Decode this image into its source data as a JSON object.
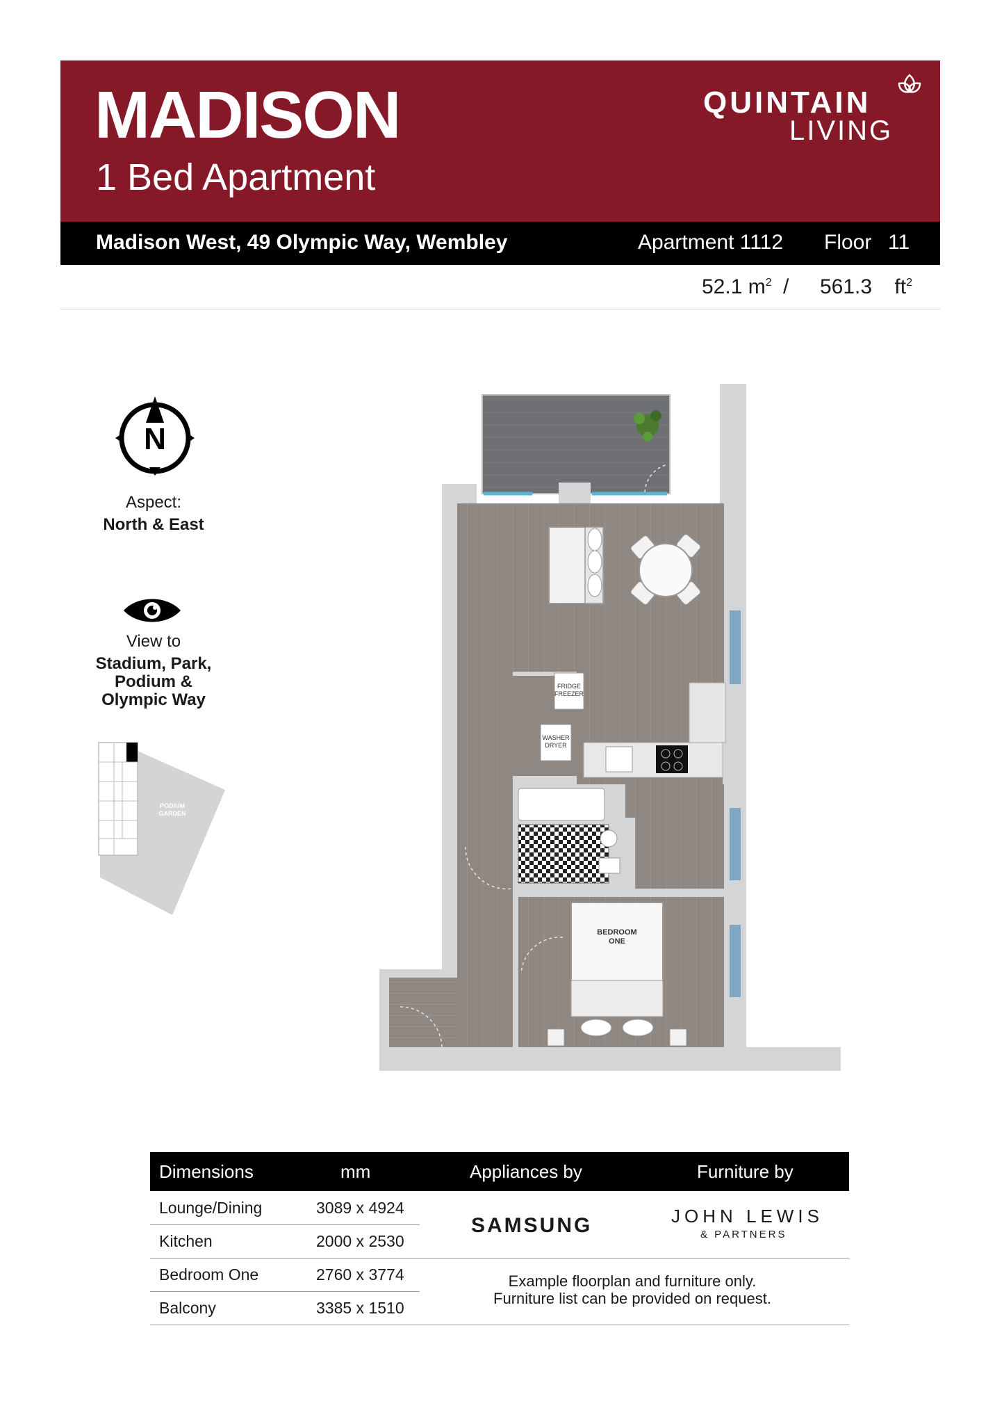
{
  "header": {
    "title": "MADISON",
    "subtitle": "1 Bed Apartment",
    "brand_line1": "QUINTAIN",
    "brand_line2": "LIVING",
    "address": "Madison West, 49 Olympic Way, Wembley",
    "apartment": "Apartment 1112",
    "floor_label": "Floor",
    "floor_number": "11",
    "area_m": "52.1 m",
    "area_m_sup": "2",
    "area_sep": "/",
    "area_ft": "561.3",
    "area_ft_unit": "ft",
    "area_ft_sup": "2",
    "accent_color": "#861928"
  },
  "aspect": {
    "compass_letter": "N",
    "label": "Aspect:",
    "value": "North & East"
  },
  "view": {
    "label": "View to",
    "line1": "Stadium, Park,",
    "line2": "Podium &",
    "line3": "Olympic Way"
  },
  "keyplan": {
    "label_line1": "PODIUM",
    "label_line2": "GARDEN"
  },
  "floorplan": {
    "fridge_line1": "FRIDGE",
    "fridge_line2": "FREEZER",
    "washer_line1": "WASHER",
    "washer_line2": "DRYER",
    "bedroom_line1": "BEDROOM",
    "bedroom_line2": "ONE"
  },
  "table": {
    "headers": [
      "Dimensions",
      "mm",
      "Appliances by",
      "Furniture by"
    ],
    "rows": [
      {
        "room": "Lounge/Dining",
        "size": "3089 x 4924"
      },
      {
        "room": "Kitchen",
        "size": "2000 x 2530"
      },
      {
        "room": "Bedroom One",
        "size": "2760 x 3774"
      },
      {
        "room": "Balcony",
        "size": "3385 x 1510"
      }
    ],
    "appliances_brand": "SAMSUNG",
    "furniture_brand_line1": "JOHN LEWIS",
    "furniture_brand_line2": "& PARTNERS",
    "note_line1": "Example floorplan and furniture only.",
    "note_line2": "Furniture list can be provided on request."
  }
}
